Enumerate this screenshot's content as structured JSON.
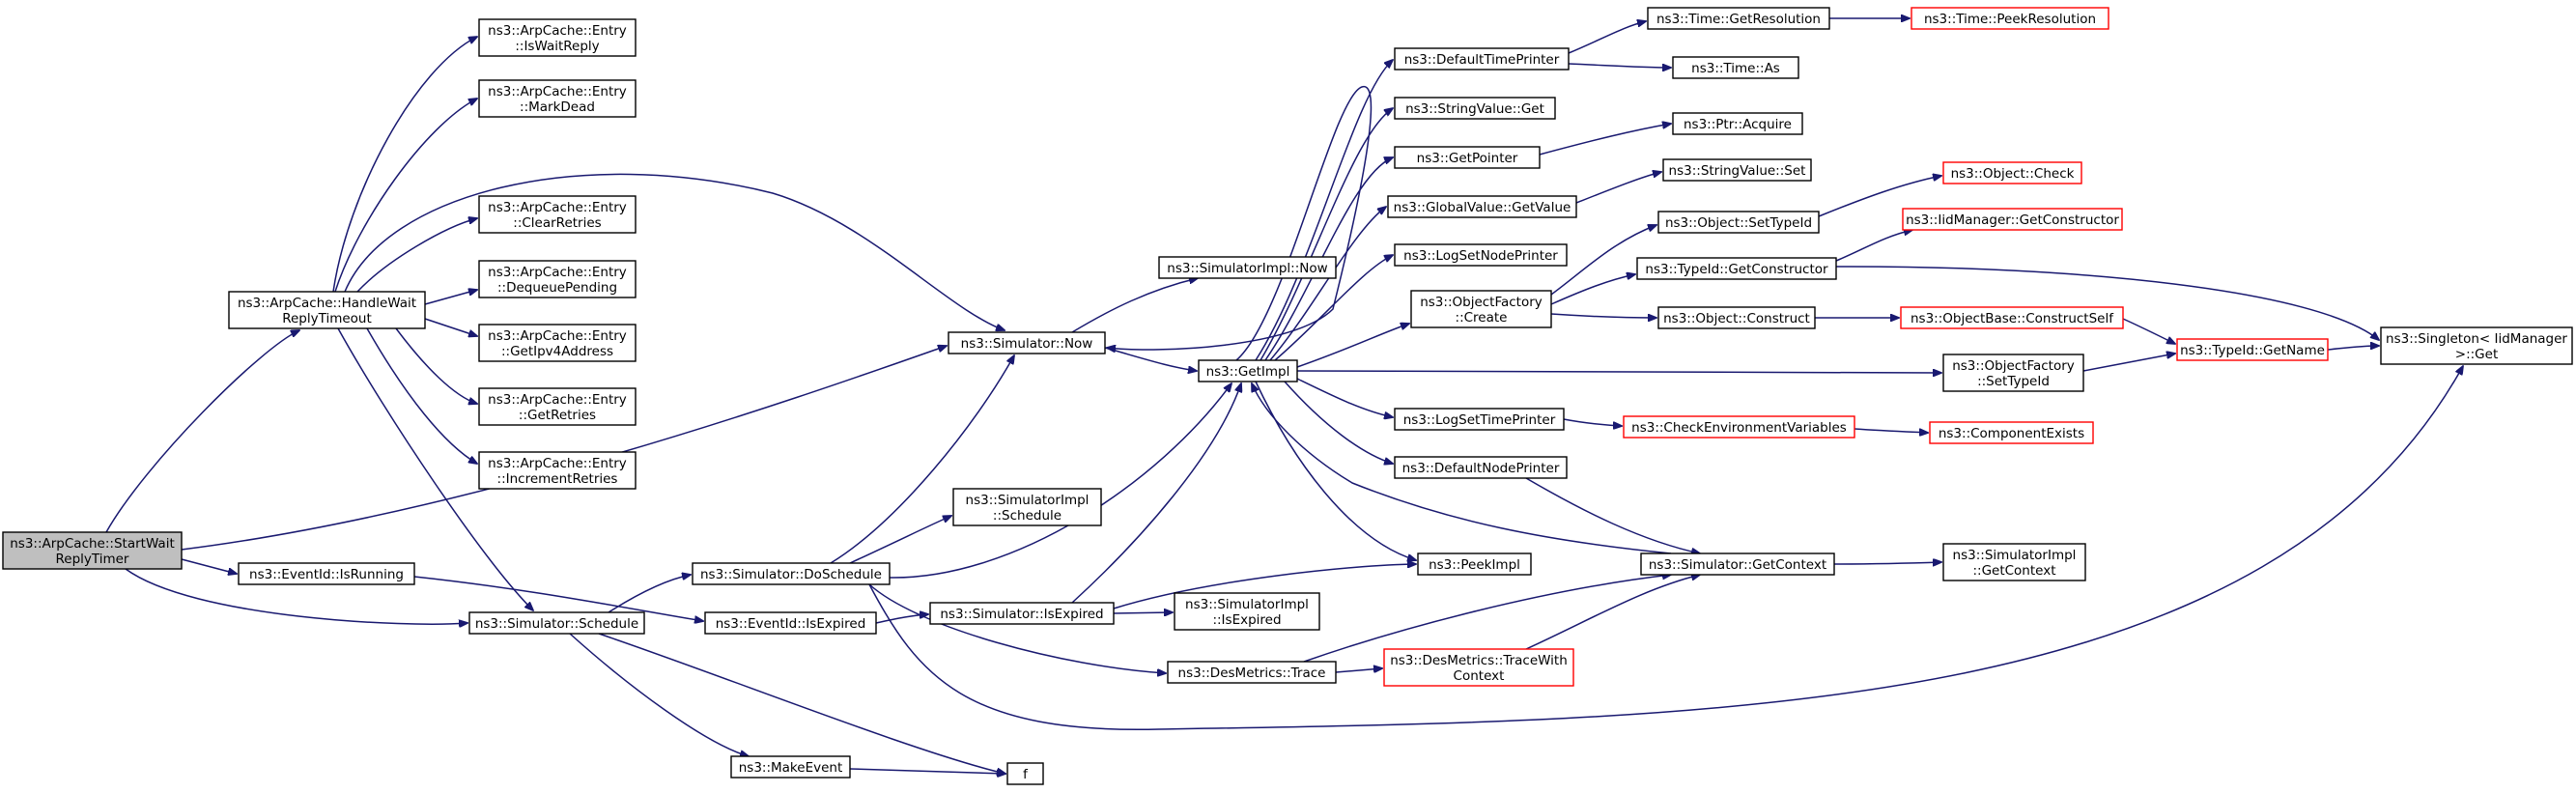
{
  "nodes": [
    {
      "id": "root",
      "lines": [
        "ns3::ArpCache::StartWait",
        "ReplyTimer"
      ],
      "style": "root"
    },
    {
      "id": "handle",
      "lines": [
        "ns3::ArpCache::HandleWait",
        "ReplyTimeout"
      ],
      "style": "normal"
    },
    {
      "id": "evrun",
      "lines": [
        "ns3::EventId::IsRunning"
      ],
      "style": "normal"
    },
    {
      "id": "schedule",
      "lines": [
        "ns3::Simulator::Schedule"
      ],
      "style": "normal"
    },
    {
      "id": "iswait",
      "lines": [
        "ns3::ArpCache::Entry",
        "::IsWaitReply"
      ],
      "style": "normal"
    },
    {
      "id": "markdead",
      "lines": [
        "ns3::ArpCache::Entry",
        "::MarkDead"
      ],
      "style": "normal"
    },
    {
      "id": "clearret",
      "lines": [
        "ns3::ArpCache::Entry",
        "::ClearRetries"
      ],
      "style": "normal"
    },
    {
      "id": "deqpend",
      "lines": [
        "ns3::ArpCache::Entry",
        "::DequeuePending"
      ],
      "style": "normal"
    },
    {
      "id": "getipv4",
      "lines": [
        "ns3::ArpCache::Entry",
        "::GetIpv4Address"
      ],
      "style": "normal"
    },
    {
      "id": "getret",
      "lines": [
        "ns3::ArpCache::Entry",
        "::GetRetries"
      ],
      "style": "normal"
    },
    {
      "id": "incret",
      "lines": [
        "ns3::ArpCache::Entry",
        "::IncrementRetries"
      ],
      "style": "normal"
    },
    {
      "id": "simnow",
      "lines": [
        "ns3::Simulator::Now"
      ],
      "style": "normal"
    },
    {
      "id": "simimplsched",
      "lines": [
        "ns3::SimulatorImpl",
        "::Schedule"
      ],
      "style": "normal"
    },
    {
      "id": "dosched",
      "lines": [
        "ns3::Simulator::DoSchedule"
      ],
      "style": "normal"
    },
    {
      "id": "evexp",
      "lines": [
        "ns3::EventId::IsExpired"
      ],
      "style": "normal"
    },
    {
      "id": "makeevent",
      "lines": [
        "ns3::MakeEvent"
      ],
      "style": "normal"
    },
    {
      "id": "f",
      "lines": [
        "f"
      ],
      "style": "normal"
    },
    {
      "id": "simimplnow",
      "lines": [
        "ns3::SimulatorImpl::Now"
      ],
      "style": "normal"
    },
    {
      "id": "getimpl",
      "lines": [
        "ns3::GetImpl"
      ],
      "style": "normal"
    },
    {
      "id": "simisexp",
      "lines": [
        "ns3::Simulator::IsExpired"
      ],
      "style": "normal"
    },
    {
      "id": "simimplisexp",
      "lines": [
        "ns3::SimulatorImpl",
        "::IsExpired"
      ],
      "style": "normal"
    },
    {
      "id": "destrace",
      "lines": [
        "ns3::DesMetrics::Trace"
      ],
      "style": "normal"
    },
    {
      "id": "defaulttp",
      "lines": [
        "ns3::DefaultTimePrinter"
      ],
      "style": "normal"
    },
    {
      "id": "strvalget",
      "lines": [
        "ns3::StringValue::Get"
      ],
      "style": "normal"
    },
    {
      "id": "getpointer",
      "lines": [
        "ns3::GetPointer"
      ],
      "style": "normal"
    },
    {
      "id": "globalget",
      "lines": [
        "ns3::GlobalValue::GetValue"
      ],
      "style": "normal"
    },
    {
      "id": "logsetnode",
      "lines": [
        "ns3::LogSetNodePrinter"
      ],
      "style": "normal"
    },
    {
      "id": "objfactcreate",
      "lines": [
        "ns3::ObjectFactory",
        "::Create"
      ],
      "style": "normal"
    },
    {
      "id": "logsettime",
      "lines": [
        "ns3::LogSetTimePrinter"
      ],
      "style": "normal"
    },
    {
      "id": "defaultnp",
      "lines": [
        "ns3::DefaultNodePrinter"
      ],
      "style": "normal"
    },
    {
      "id": "peekimpl",
      "lines": [
        "ns3::PeekImpl"
      ],
      "style": "normal"
    },
    {
      "id": "destracectx",
      "lines": [
        "ns3::DesMetrics::TraceWith",
        "Context"
      ],
      "style": "red"
    },
    {
      "id": "timegetres",
      "lines": [
        "ns3::Time::GetResolution"
      ],
      "style": "normal"
    },
    {
      "id": "timeas",
      "lines": [
        "ns3::Time::As"
      ],
      "style": "normal"
    },
    {
      "id": "ptracq",
      "lines": [
        "ns3::Ptr::Acquire"
      ],
      "style": "normal"
    },
    {
      "id": "strvalset",
      "lines": [
        "ns3::StringValue::Set"
      ],
      "style": "normal"
    },
    {
      "id": "objsettype",
      "lines": [
        "ns3::Object::SetTypeId"
      ],
      "style": "normal"
    },
    {
      "id": "typeidgetctor",
      "lines": [
        "ns3::TypeId::GetConstructor"
      ],
      "style": "normal"
    },
    {
      "id": "objconstruct",
      "lines": [
        "ns3::Object::Construct"
      ],
      "style": "normal"
    },
    {
      "id": "objfactsettype",
      "lines": [
        "ns3::ObjectFactory",
        "::SetTypeId"
      ],
      "style": "normal"
    },
    {
      "id": "checkenv",
      "lines": [
        "ns3::CheckEnvironmentVariables"
      ],
      "style": "red"
    },
    {
      "id": "simgetctx",
      "lines": [
        "ns3::Simulator::GetContext"
      ],
      "style": "normal"
    },
    {
      "id": "timepeekres",
      "lines": [
        "ns3::Time::PeekResolution"
      ],
      "style": "red"
    },
    {
      "id": "objcheck",
      "lines": [
        "ns3::Object::Check"
      ],
      "style": "red"
    },
    {
      "id": "iidmgrctor",
      "lines": [
        "ns3::IidManager::GetConstructor"
      ],
      "style": "red"
    },
    {
      "id": "objbasector",
      "lines": [
        "ns3::ObjectBase::ConstructSelf"
      ],
      "style": "red"
    },
    {
      "id": "typeidgetname",
      "lines": [
        "ns3::TypeId::GetName"
      ],
      "style": "red"
    },
    {
      "id": "compexists",
      "lines": [
        "ns3::ComponentExists"
      ],
      "style": "red"
    },
    {
      "id": "simimplgetctx",
      "lines": [
        "ns3::SimulatorImpl",
        "::GetContext"
      ],
      "style": "normal"
    },
    {
      "id": "singleton",
      "lines": [
        "ns3::Singleton< IidManager",
        ">::Get"
      ],
      "style": "normal"
    }
  ],
  "edges": [
    [
      "root",
      "handle"
    ],
    [
      "root",
      "evrun"
    ],
    [
      "root",
      "schedule"
    ],
    [
      "root",
      "simnow"
    ],
    [
      "handle",
      "iswait"
    ],
    [
      "handle",
      "markdead"
    ],
    [
      "handle",
      "clearret"
    ],
    [
      "handle",
      "deqpend"
    ],
    [
      "handle",
      "getipv4"
    ],
    [
      "handle",
      "getret"
    ],
    [
      "handle",
      "incret"
    ],
    [
      "handle",
      "simnow"
    ],
    [
      "handle",
      "schedule"
    ],
    [
      "evrun",
      "evexp"
    ],
    [
      "schedule",
      "dosched"
    ],
    [
      "schedule",
      "makeevent"
    ],
    [
      "schedule",
      "f"
    ],
    [
      "makeevent",
      "f"
    ],
    [
      "dosched",
      "simnow"
    ],
    [
      "dosched",
      "simimplsched"
    ],
    [
      "dosched",
      "getimpl"
    ],
    [
      "dosched",
      "destrace"
    ],
    [
      "dosched",
      "singleton"
    ],
    [
      "evexp",
      "simisexp"
    ],
    [
      "simisexp",
      "getimpl"
    ],
    [
      "simisexp",
      "simimplisexp"
    ],
    [
      "simisexp",
      "peekimpl"
    ],
    [
      "simnow",
      "simimplnow"
    ],
    [
      "simnow",
      "getimpl"
    ],
    [
      "getimpl",
      "simnow"
    ],
    [
      "getimpl",
      "defaulttp"
    ],
    [
      "getimpl",
      "strvalget"
    ],
    [
      "getimpl",
      "getpointer"
    ],
    [
      "getimpl",
      "globalget"
    ],
    [
      "getimpl",
      "logsetnode"
    ],
    [
      "getimpl",
      "objfactcreate"
    ],
    [
      "getimpl",
      "objfactsettype"
    ],
    [
      "getimpl",
      "logsettime"
    ],
    [
      "getimpl",
      "defaultnp"
    ],
    [
      "getimpl",
      "peekimpl"
    ],
    [
      "destrace",
      "destracectx"
    ],
    [
      "destrace",
      "simgetctx"
    ],
    [
      "destracectx",
      "simgetctx"
    ],
    [
      "defaulttp",
      "timegetres"
    ],
    [
      "defaulttp",
      "timeas"
    ],
    [
      "timegetres",
      "timepeekres"
    ],
    [
      "getpointer",
      "ptracq"
    ],
    [
      "globalget",
      "strvalset"
    ],
    [
      "objfactcreate",
      "objsettype"
    ],
    [
      "objfactcreate",
      "typeidgetctor"
    ],
    [
      "objfactcreate",
      "objconstruct"
    ],
    [
      "objsettype",
      "objcheck"
    ],
    [
      "typeidgetctor",
      "iidmgrctor"
    ],
    [
      "typeidgetctor",
      "singleton"
    ],
    [
      "objconstruct",
      "objbasector"
    ],
    [
      "objbasector",
      "typeidgetname"
    ],
    [
      "objfactsettype",
      "typeidgetname"
    ],
    [
      "typeidgetname",
      "singleton"
    ],
    [
      "logsettime",
      "checkenv"
    ],
    [
      "checkenv",
      "compexists"
    ],
    [
      "defaultnp",
      "simgetctx"
    ],
    [
      "simgetctx",
      "getimpl"
    ],
    [
      "simgetctx",
      "simimplgetctx"
    ]
  ]
}
